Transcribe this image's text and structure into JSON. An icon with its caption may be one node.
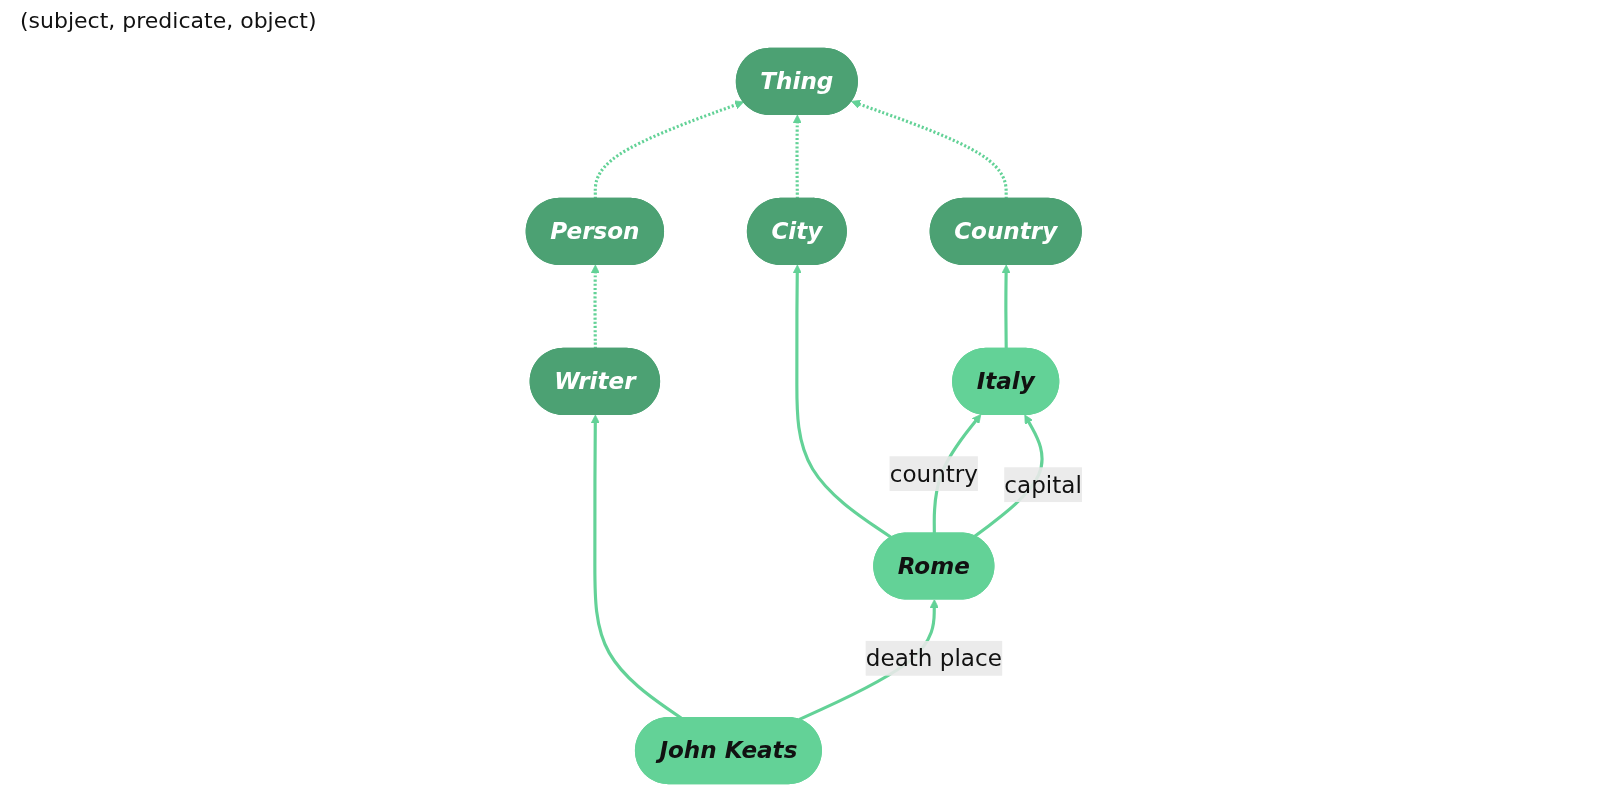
{
  "diagram": {
    "nodes": [
      {
        "text": [
          "Thing"
        ]
      },
      {
        "text": [
          "Person"
        ]
      },
      {
        "text": [
          "Writer"
        ]
      },
      {
        "text": [
          "City"
        ]
      },
      {
        "text": [
          "Country"
        ]
      },
      {
        "text": [
          "John Keats"
        ]
      },
      {
        "text": [
          "Rome"
        ]
      },
      {
        "text": [
          "Italy"
        ]
      }
    ],
    "edges": [
      {
        "from": 1,
        "to": 0,
        "arrow": "to",
        "style": "dashed"
      },
      {
        "from": 3,
        "to": 0,
        "arrow": "to",
        "style": "dashed"
      },
      {
        "from": 4,
        "to": 0,
        "arrow": "to",
        "style": "dashed"
      },
      {
        "from": 2,
        "to": 1,
        "arrow": "to",
        "style": "dashed"
      },
      {
        "from": 5,
        "to": 2,
        "arrow": "to"
      },
      {
        "from": 6,
        "to": 3,
        "arrow": "to"
      },
      {
        "from": 7,
        "to": 4,
        "arrow": "to"
      },
      {
        "from": 5,
        "to": 6,
        "arrow": "to",
        "label": "death place"
      },
      {
        "from": 6,
        "to": 7,
        "arrow": "to",
        "label": "country"
      },
      {
        "from": 6,
        "to": 7,
        "arrow": "to",
        "label": "capital"
      }
    ],
    "labels": [
      "(subject, predicate, object)"
    ]
  }
}
